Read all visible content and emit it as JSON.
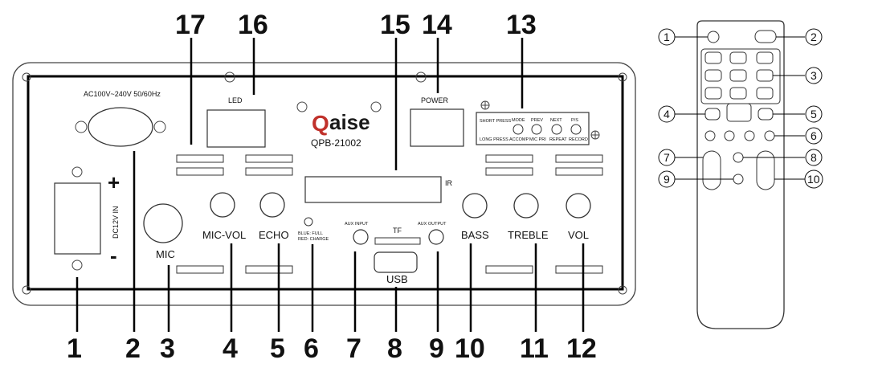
{
  "panel": {
    "ac_label": "AC100V~240V 50/60Hz",
    "dc_label": "DC12V IN",
    "dc_plus": "+",
    "dc_minus": "-",
    "led_label": "LED",
    "brand_q": "Q",
    "brand_rest": "aise",
    "model": "QPB-21002",
    "ir_label": "IR",
    "power_label": "POWER",
    "mic_label": "MIC",
    "mic_vol_label": "MIC-VOL",
    "echo_label": "ECHO",
    "led_status_line1": "BLUE: FULL",
    "led_status_line2": "RED: CHARGE",
    "aux_input_label": "AUX INPUT",
    "tf_label": "TF",
    "usb_label": "USB",
    "aux_output_label": "AUX OUTPUT",
    "bass_label": "BASS",
    "treble_label": "TREBLE",
    "vol_label": "VOL",
    "control_box": {
      "short_press": "SHORT PRESS",
      "long_press": "LONG PRESS",
      "top_labels": [
        "MODE",
        "PREV",
        "NEXT",
        "P/S"
      ],
      "bottom_labels": [
        "ACCOMP",
        "MIC PRI",
        "REPEAT",
        "RECORD"
      ]
    }
  },
  "callouts": {
    "bottom": [
      "1",
      "2",
      "3",
      "4",
      "5",
      "6",
      "7",
      "8",
      "9",
      "10",
      "11",
      "12"
    ],
    "top": [
      "17",
      "16",
      "15",
      "14",
      "13"
    ]
  },
  "remote": {
    "callouts": [
      "1",
      "2",
      "3",
      "4",
      "5",
      "6",
      "7",
      "8",
      "9",
      "10"
    ]
  }
}
